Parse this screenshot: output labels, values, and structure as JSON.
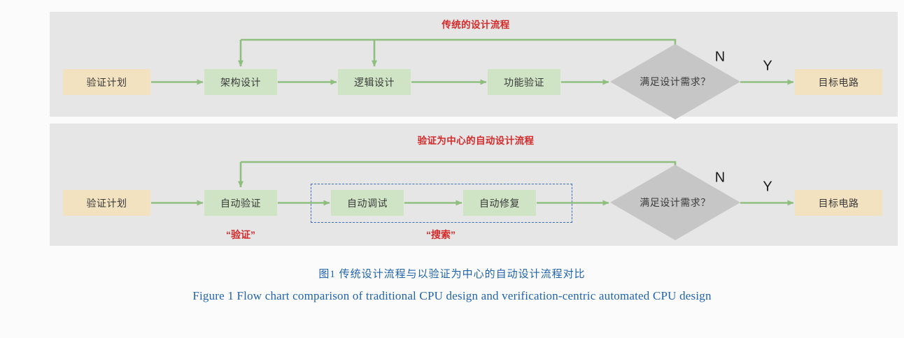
{
  "figure": {
    "background": "#fbfbfb",
    "panel_background": "#e6e6e6",
    "accent_red": "#d42a2a",
    "accent_blue": "#3a6bc4",
    "caption_blue": "#1f63ad",
    "node_green": "#cfe4c5",
    "node_yellow": "#f3e2c0",
    "node_gray": "#c6c6c6",
    "arrow_green": "#8fbf7f"
  },
  "panels": [
    {
      "id": "traditional",
      "title": "传统的设计流程",
      "nodes": [
        {
          "name": "start",
          "label": "验证计划",
          "type": "start"
        },
        {
          "name": "architecture-design",
          "label": "架构设计",
          "type": "process"
        },
        {
          "name": "logic-design",
          "label": "逻辑设计",
          "type": "process"
        },
        {
          "name": "function-verification",
          "label": "功能验证",
          "type": "process"
        },
        {
          "name": "decision",
          "label": "满足设计需求？",
          "type": "decision"
        },
        {
          "name": "end",
          "label": "目标电路",
          "type": "end"
        }
      ],
      "branch_labels": [
        {
          "name": "no",
          "label": "N"
        },
        {
          "name": "yes",
          "label": "Y"
        }
      ]
    },
    {
      "id": "verification-centric",
      "title": "验证为中心的自动设计流程",
      "nodes": [
        {
          "name": "start",
          "label": "验证计划",
          "type": "start"
        },
        {
          "name": "auto-verification",
          "label": "自动验证",
          "type": "process"
        },
        {
          "name": "auto-debug",
          "label": "自动调试",
          "type": "process"
        },
        {
          "name": "auto-repair",
          "label": "自动修复",
          "type": "process"
        },
        {
          "name": "decision",
          "label": "满足设计需求？",
          "type": "decision"
        },
        {
          "name": "end",
          "label": "目标电路",
          "type": "end"
        }
      ],
      "branch_labels": [
        {
          "name": "no",
          "label": "N"
        },
        {
          "name": "yes",
          "label": "Y"
        }
      ],
      "annotations": [
        {
          "name": "verify-annotation",
          "label": "“验证”"
        },
        {
          "name": "search-annotation",
          "label": "“搜索”"
        }
      ]
    }
  ],
  "caption": {
    "chinese": "图1  传统设计流程与以验证为中心的自动设计流程对比",
    "english": "Figure 1   Flow chart comparison of traditional CPU design and verification-centric automated CPU design"
  }
}
